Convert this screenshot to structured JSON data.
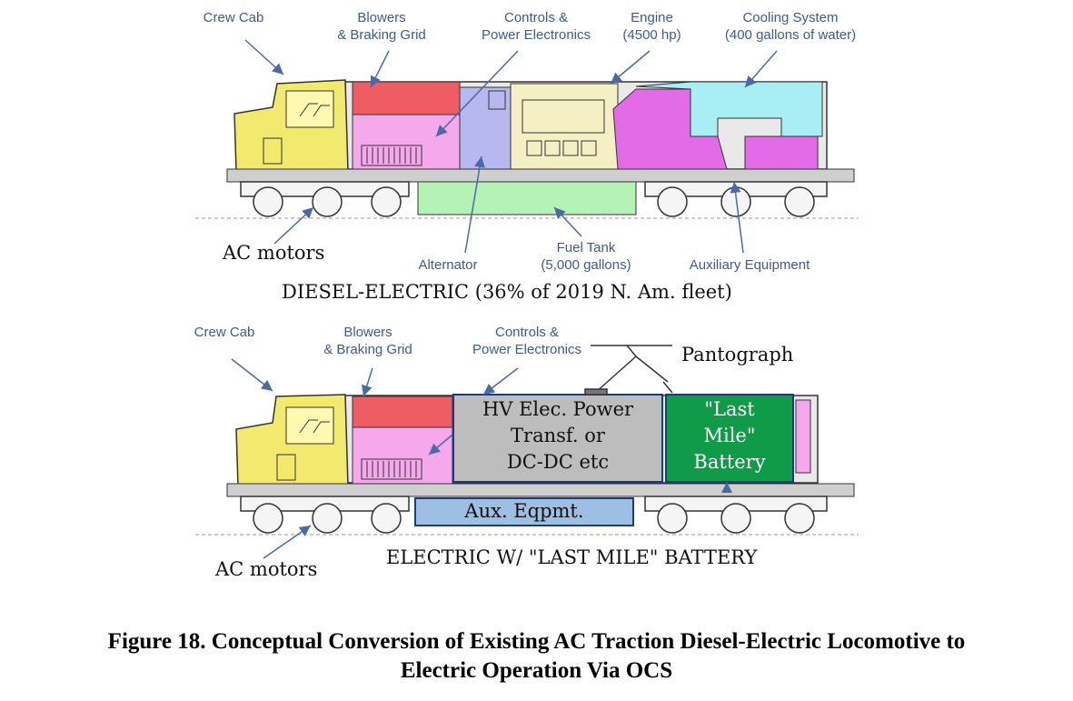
{
  "top_diagram": {
    "labels": {
      "crew_cab": "Crew Cab",
      "blowers": "Blowers\n& Braking Grid",
      "controls": "Controls &\nPower Electronics",
      "engine": "Engine\n(4500 hp)",
      "cooling": "Cooling System\n(400 gallons of water)",
      "ac_motors": "AC motors",
      "alternator": "Alternator",
      "fuel_tank": "Fuel Tank\n(5,000 gallons)",
      "auxiliary": "Auxiliary Equipment"
    },
    "title": "DIESEL-ELECTRIC (36% of 2019 N. Am. fleet)"
  },
  "bottom_diagram": {
    "labels": {
      "crew_cab": "Crew Cab",
      "blowers": "Blowers\n& Braking Grid",
      "controls": "Controls &\nPower Electronics",
      "pantograph": "Pantograph",
      "hv_box": "HV Elec. Power\nTransf. or\nDC-DC etc",
      "battery_box": "\"Last\nMile\"\nBattery",
      "aux_box": "Aux. Eqpmt.",
      "ac_motors": "AC motors"
    },
    "title": "ELECTRIC W/ \"LAST MILE\" BATTERY"
  },
  "caption": {
    "line1": "Figure 18. Conceptual Conversion of Existing AC Traction Diesel-Electric Locomotive to",
    "line2": "Electric Operation Via OCS"
  },
  "colors": {
    "cab_yellow": "#f2ea6e",
    "blower_red": "#ee5d63",
    "compartment_pink": "#f6a8ec",
    "engine_magenta": "#e36be8",
    "cooling_cyan": "#a9eef4",
    "fuel_green": "#b5f2b5",
    "hv_gray": "#bdbdbd",
    "battery_green": "#0f9b47",
    "aux_blue": "#9dbfe3",
    "label_blue": "#3f5a8f",
    "arrow_blue": "#4a6aa6"
  }
}
